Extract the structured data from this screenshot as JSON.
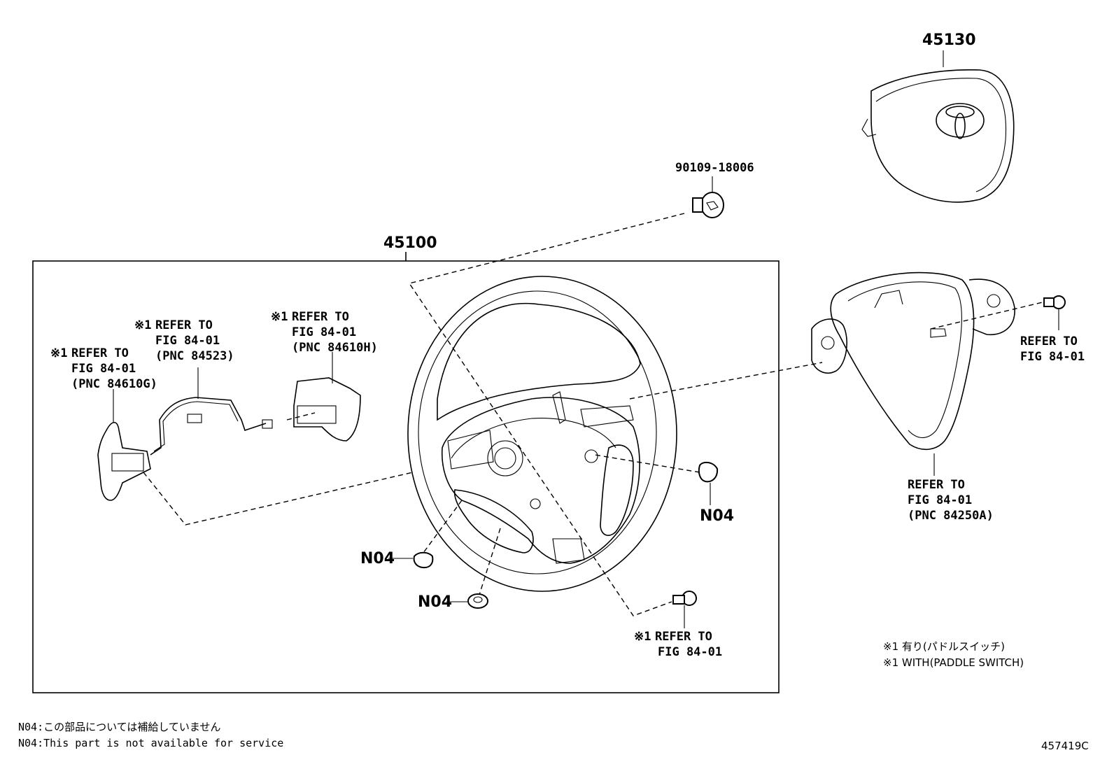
{
  "labels": {
    "wheel_assy": "45100",
    "airbag": "45130",
    "screw": "90109-18006",
    "n04_right": "N04",
    "n04_left": "N04",
    "n04_bottom": "N04"
  },
  "refs": {
    "paddle_left": {
      "mark": "※1",
      "line1": "REFER TO",
      "line2": "FIG 84-01",
      "line3": "(PNC 84610G)"
    },
    "wire": {
      "mark": "※1",
      "line1": "REFER TO",
      "line2": "FIG 84-01",
      "line3": "(PNC 84523)"
    },
    "paddle_right": {
      "mark": "※1",
      "line1": "REFER TO",
      "line2": "FIG 84-01",
      "line3": "(PNC 84610H)"
    },
    "bolt_bottom": {
      "mark": "※1",
      "line1": "REFER TO",
      "line2": "FIG 84-01"
    },
    "screw_right": {
      "line1": "REFER TO",
      "line2": "FIG 84-01"
    },
    "cover": {
      "line1": "REFER TO",
      "line2": "FIG 84-01",
      "line3": "(PNC 84250A)"
    }
  },
  "legend": {
    "line_jp": "※1 有り(パドルスイッチ)",
    "line_en": "※1 WITH(PADDLE SWITCH)"
  },
  "footer": {
    "note_jp": "N04:この部品については補給していません",
    "note_en": "N04:This part is not available for service",
    "figure_id": "457419C"
  },
  "icons": [
    "toyota-emblem-icon",
    "bolt-icon",
    "screw-icon",
    "clip-icon"
  ]
}
